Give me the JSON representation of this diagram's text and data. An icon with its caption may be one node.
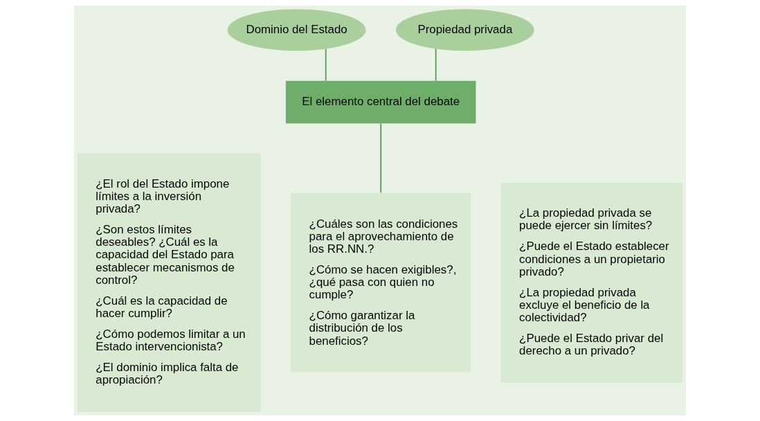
{
  "diagram": {
    "nodes": [
      {
        "text": [
          "Dominio del Estado"
        ]
      },
      {
        "text": [
          "Propiedad privada"
        ]
      },
      {
        "text": [
          "El elemento central del debate"
        ]
      },
      {
        "text": [
          "¿El rol del Estado impone límites a la inversión privada?",
          "¿Son estos límites deseables? ¿Cuál es la capacidad del Estado para establecer mecanismos de control?",
          "¿Cuál es la capacidad de hacer cumplir?",
          "¿Cómo podemos limitar a un Estado intervencionista?",
          "¿El dominio implica falta de apropiación?"
        ]
      },
      {
        "text": [
          "¿Cuáles son las condiciones para el aprovechamiento de los RR.NN.?",
          "¿Cómo se hacen exigibles?, ¿qué pasa con quien no cumple?",
          "¿Cómo garantizar la distribución de los beneficios?"
        ]
      },
      {
        "text": [
          "¿La propiedad privada se puede ejercer sin límites?",
          "¿Puede el Estado establecer condiciones a un propietario privado?",
          "¿La propiedad privada excluye el beneficio de la colectividad?",
          "¿Puede el Estado privar del derecho a un privado?"
        ]
      }
    ],
    "edges": [
      {
        "from": 0,
        "to": 2,
        "arrow": "none"
      },
      {
        "from": 1,
        "to": 2,
        "arrow": "none"
      },
      {
        "from": 2,
        "to": 4,
        "arrow": "none"
      }
    ]
  }
}
